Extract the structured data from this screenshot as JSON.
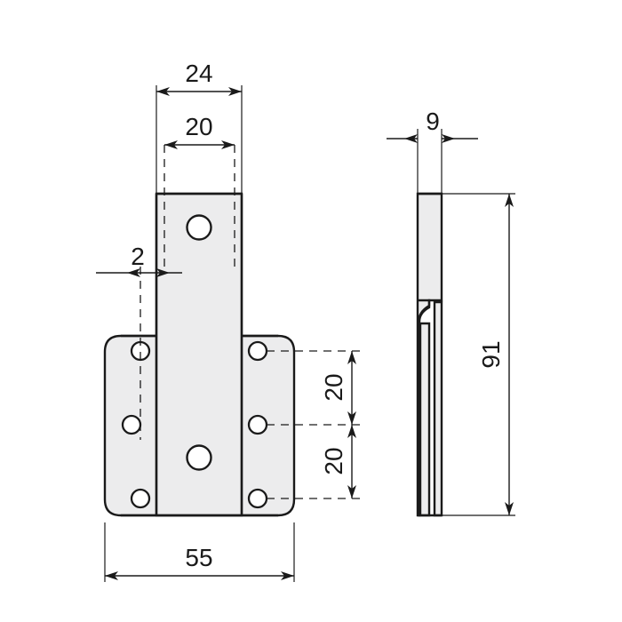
{
  "drawing": {
    "title": "Technical part drawing - mounting bracket",
    "units": "mm",
    "background_color": "#ffffff",
    "line_color": "#1a1a1a",
    "part_fill_color": "#ececed",
    "hole_fill_color": "#ffffff",
    "views": [
      {
        "name": "front-view",
        "label": ""
      },
      {
        "name": "side-view",
        "label": ""
      }
    ],
    "dimensions": {
      "front_top_overall_width": "24",
      "front_top_inner_width": "20",
      "front_left_offset": "2",
      "front_overall_width": "55",
      "front_hole_pitch_upper": "20",
      "front_hole_pitch_lower": "20",
      "side_thickness": "9",
      "side_overall_height": "91"
    }
  }
}
